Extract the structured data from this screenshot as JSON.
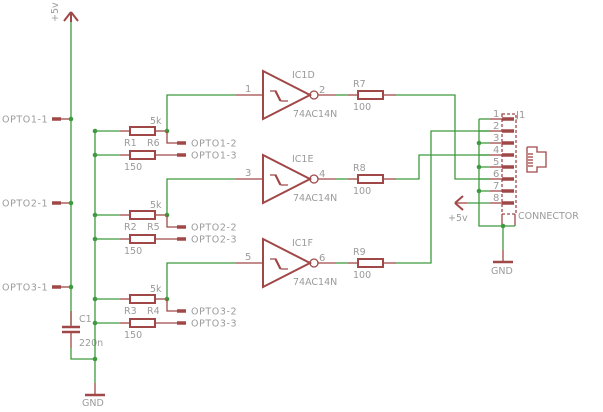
{
  "power": {
    "vcc_label": "+5v",
    "gnd_left_label": "GND",
    "gnd_right_label": "GND",
    "vcc_connector_label": "+5v"
  },
  "opto_inputs": [
    {
      "label": "OPTO1-1"
    },
    {
      "label": "OPTO2-1"
    },
    {
      "label": "OPTO3-1"
    }
  ],
  "channels": [
    {
      "pullup": {
        "ref": "R6",
        "value": "5k"
      },
      "series": {
        "ref": "R1",
        "value": "150"
      },
      "opto2": "OPTO1-2",
      "opto3": "OPTO1-3",
      "gate": {
        "ref": "IC1D",
        "part": "74AC14N",
        "in_pin": "1",
        "out_pin": "2"
      },
      "out_res": {
        "ref": "R7",
        "value": "100"
      },
      "conn_pin": 6
    },
    {
      "pullup": {
        "ref": "R5",
        "value": "5k"
      },
      "series": {
        "ref": "R2",
        "value": "150"
      },
      "opto2": "OPTO2-2",
      "opto3": "OPTO2-3",
      "gate": {
        "ref": "IC1E",
        "part": "74AC14N",
        "in_pin": "3",
        "out_pin": "4"
      },
      "out_res": {
        "ref": "R8",
        "value": "100"
      },
      "conn_pin": 4
    },
    {
      "pullup": {
        "ref": "R4",
        "value": "5k"
      },
      "series": {
        "ref": "R3",
        "value": "150"
      },
      "opto2": "OPTO3-2",
      "opto3": "OPTO3-3",
      "gate": {
        "ref": "IC1F",
        "part": "74AC14N",
        "in_pin": "5",
        "out_pin": "6"
      },
      "out_res": {
        "ref": "R9",
        "value": "100"
      },
      "conn_pin": 2
    }
  ],
  "capacitor": {
    "ref": "C1",
    "value": "220n"
  },
  "connector": {
    "ref": "J1",
    "name": "CONNECTOR",
    "pins": [
      "1",
      "2",
      "3",
      "4",
      "5",
      "6",
      "7",
      "8"
    ],
    "ground_pins": [
      1,
      3,
      5,
      7
    ],
    "vcc_pin": 8
  }
}
